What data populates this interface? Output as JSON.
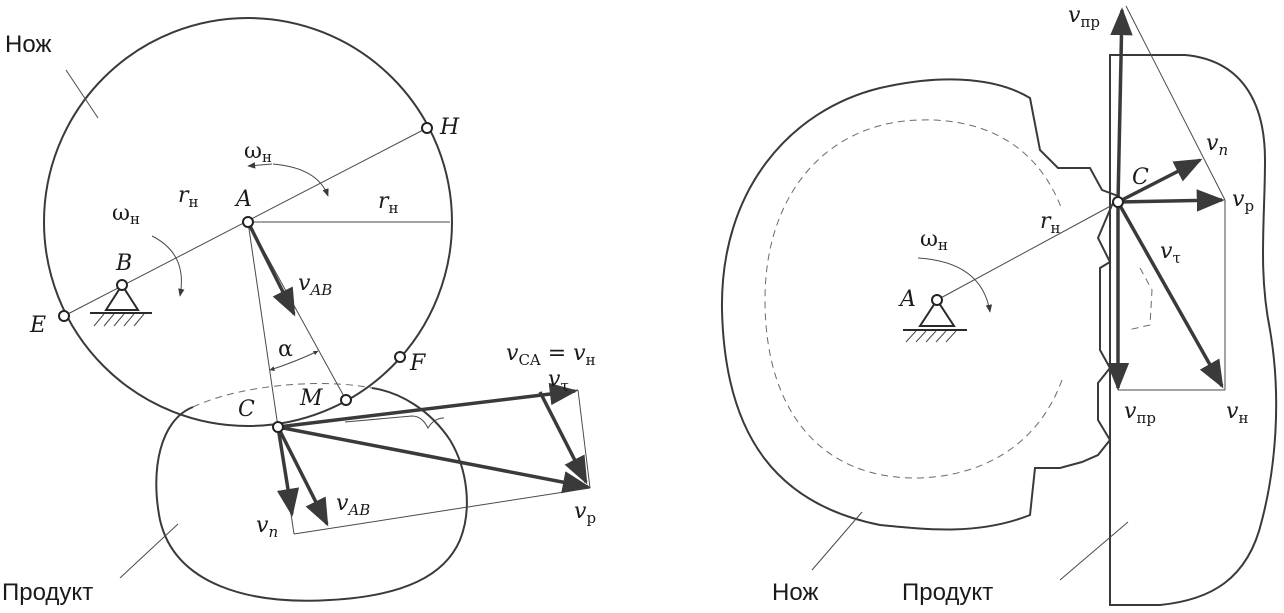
{
  "left_figure": {
    "knife_label": "Нож",
    "product_label": "Продукт",
    "points": {
      "A": "A",
      "B": "B",
      "C": "C",
      "E": "E",
      "F": "F",
      "H": "H",
      "M": "M"
    },
    "omega": "ω",
    "omega_sub": "н",
    "r": "r",
    "r_sub": "н",
    "alpha": "α",
    "v": "v",
    "sub_AB": "AB",
    "sub_n": "n",
    "sub_p": "р",
    "sub_tau": "τ",
    "sub_CA": "CA",
    "eq": " = ",
    "sub_h": "н"
  },
  "right_figure": {
    "knife_label": "Нож",
    "product_label": "Продукт",
    "points": {
      "A": "A",
      "C": "C"
    },
    "omega": "ω",
    "omega_sub": "н",
    "r": "r",
    "r_sub": "н",
    "v": "v",
    "sub_pr": "пр",
    "sub_n": "n",
    "sub_p": "р",
    "sub_tau": "τ",
    "sub_h": "н"
  }
}
